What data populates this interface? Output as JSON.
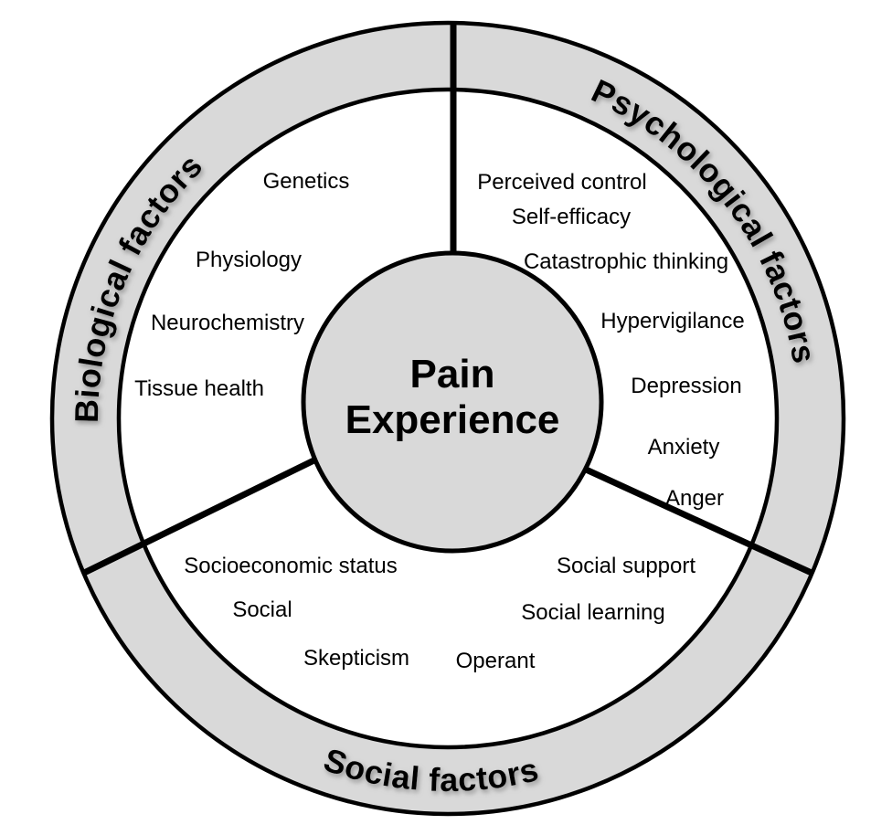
{
  "center": {
    "line1": "Pain",
    "line2": "Experience"
  },
  "rings": {
    "biological": {
      "label": "Biological factors"
    },
    "psychological": {
      "label": "Psychological factors"
    },
    "social": {
      "label": "Social factors"
    }
  },
  "factors": {
    "biological": [
      "Genetics",
      "Physiology",
      "Neurochemistry",
      "Tissue health"
    ],
    "psychological": [
      "Perceived control",
      "Self-efficacy",
      "Catastrophic thinking",
      "Hypervigilance",
      "Depression",
      "Anxiety",
      "Anger"
    ],
    "social": [
      "Socioeconomic status",
      "Social",
      "Skepticism",
      "Operant",
      "Social learning",
      "Social support"
    ]
  },
  "colors": {
    "band_fill": "#d9d9d9",
    "inner_fill": "#ffffff",
    "center_fill": "#d9d9d9",
    "stroke": "#000000",
    "shadow": "#8c8c8c"
  }
}
